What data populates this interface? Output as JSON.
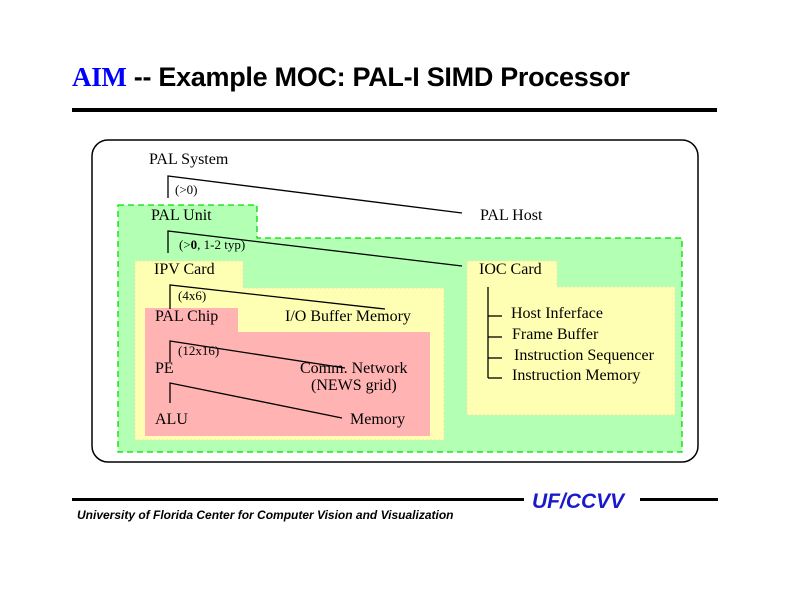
{
  "slide": {
    "title_brand": "AIM",
    "title_rest": " -- Example MOC: PAL-I SIMD Processor"
  },
  "diagram": {
    "colors": {
      "pal_unit_fill": "#b3ffb3",
      "pal_unit_border": "#00dd00",
      "card_fill": "#ffffb3",
      "chip_fill": "#ffb3b3",
      "outline": "#000000"
    },
    "nodes": {
      "pal_system": "PAL System",
      "pal_host": "PAL Host",
      "pal_unit": "PAL Unit",
      "ipv_card": "IPV Card",
      "ioc_card": "IOC Card",
      "pal_chip": "PAL Chip",
      "io_buffer_memory": "I/O Buffer Memory",
      "pe": "PE",
      "comm_network": "Comm. Network",
      "comm_network_sub": "(NEWS grid)",
      "alu": "ALU",
      "memory": "Memory"
    },
    "multiplicities": {
      "system_to_unit": "(>0)",
      "unit_to_card_prefix": "(>",
      "unit_to_card_bold": "0",
      "unit_to_card_suffix": ", 1-2 typ)",
      "card_to_chip": "(4x6)",
      "chip_to_pe": "(12x16)"
    },
    "ioc_components": [
      "Host Inferface",
      "Frame Buffer",
      "Instruction Sequencer",
      "Instruction Memory"
    ]
  },
  "footer": {
    "institution": "University of Florida Center for Computer Vision and Visualization",
    "brand": "UF/CCVV"
  }
}
